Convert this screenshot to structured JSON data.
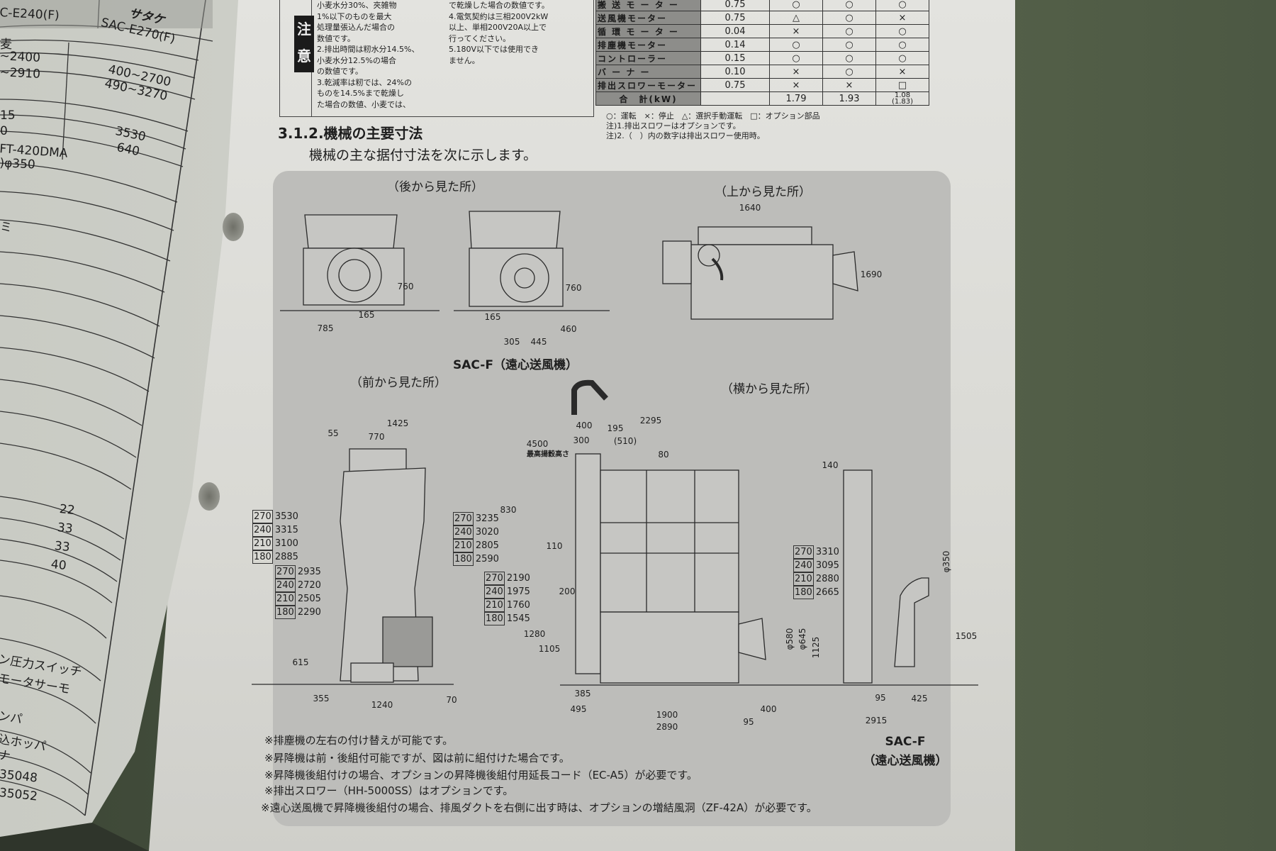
{
  "left_page": {
    "header_col1": "C-E240(F)",
    "header_col2_brand": "サタケ",
    "header_col2": "SAC-E270(F)",
    "rows": [
      "麦",
      "~2400",
      "~2910",
      "400~2700",
      "490~3270",
      "15",
      "0",
      "3530",
      "FT-420DMA",
      "640",
      ")φ350",
      "ミ",
      "22",
      "33",
      "33",
      "40",
      "ン圧力スイッチ",
      "モータサーモ",
      "ンパ",
      "込ホッパ",
      "ナ",
      "35048",
      "35052"
    ]
  },
  "notes": {
    "caution_label": [
      "注",
      "意"
    ],
    "left_column": [
      "小麦水分30%、夾雑物",
      "1%以下のものを最大",
      "処理量張込んだ場合の",
      "数値です。",
      "2.排出時間は籾水分14.5%、",
      "小麦水分12.5%の場合",
      "の数値です。",
      "3.乾減率は籾では、24%の",
      "ものを14.5%まで乾燥し",
      "た場合の数値、小麦では、"
    ],
    "right_column": [
      "で乾燥した場合の数値です。",
      "4.電気契約は三相200V2kW",
      "以上、単相200V20A以上で",
      "行ってください。",
      "5.180V以下では使用でき",
      "ません。"
    ]
  },
  "power_table": {
    "rows": [
      {
        "label": "搬 送 モ ー タ ー",
        "kw": "0.75",
        "c1": "○",
        "c2": "○",
        "c3": "○"
      },
      {
        "label": "送風機モーター",
        "kw": "0.75",
        "c1": "△",
        "c2": "○",
        "c3": "×"
      },
      {
        "label": "循 環 モ ー タ ー",
        "kw": "0.04",
        "c1": "×",
        "c2": "○",
        "c3": "○"
      },
      {
        "label": "排塵機モーター",
        "kw": "0.14",
        "c1": "○",
        "c2": "○",
        "c3": "○"
      },
      {
        "label": "コントローラー",
        "kw": "0.15",
        "c1": "○",
        "c2": "○",
        "c3": "○"
      },
      {
        "label": "バ ー ナ ー",
        "kw": "0.10",
        "c1": "×",
        "c2": "○",
        "c3": "×"
      },
      {
        "label": "排出スロワーモーター",
        "kw": "0.75",
        "c1": "×",
        "c2": "×",
        "c3": "□"
      }
    ],
    "total": {
      "label": "合　計(kW)",
      "c1": "1.79",
      "c2": "1.93",
      "c3": "1.08",
      "c3_alt": "(1.83)"
    },
    "legend": [
      "○：運転　×：停止　△：選択手動運転　□：オプション部品",
      "注)1.排出スロワーはオプションです。",
      "注)2.（　）内の数字は排出スロワー使用時。"
    ]
  },
  "section": {
    "heading": "3.1.2.機械の主要寸法",
    "subtitle": "機械の主な据付寸法を次に示します。"
  },
  "diagram": {
    "view_titles": {
      "rear": "（後から見た所）",
      "top": "（上から見た所）",
      "front": "（前から見た所）",
      "side": "（横から見た所）"
    },
    "sac_label_top": "SAC-F（遠心送風機）",
    "sac_label_bottom": [
      "SAC-F",
      "（遠心送風機）"
    ],
    "max_height_label": "最高揚穀高さ",
    "dims": {
      "rear1_760": "760",
      "rear1_165": "165",
      "rear1_785": "785",
      "rear2_760": "760",
      "rear2_165": "165",
      "rear2_460": "460",
      "rear2_305": "305",
      "rear2_445": "445",
      "top_1640": "1640",
      "top_1690": "1690",
      "front_1425": "1425",
      "front_55": "55",
      "front_770": "770",
      "front_615": "615",
      "front_355": "355",
      "front_1240": "1240",
      "front_70": "70",
      "side_4500": "4500",
      "side_830": "830",
      "side_110": "110",
      "side_200": "200",
      "side_1280": "1280",
      "side_1105": "1105",
      "side_385": "385",
      "side_495": "495",
      "side_400": "400",
      "side_195": "195",
      "side_2295": "2295",
      "side_300": "300",
      "side_510": "(510)",
      "side_80": "80",
      "side_140": "140",
      "side_phi580": "φ580",
      "side_phi645": "φ645",
      "side_1125": "1125",
      "side_phi350": "φ350",
      "side_1505": "1505",
      "side_1900": "1900",
      "side_400b": "400",
      "side_95": "95",
      "side_2890": "2890",
      "sac_95": "95",
      "sac_425": "425",
      "sac_2915": "2915"
    },
    "height_tables": {
      "front_total": [
        [
          "270",
          "3530"
        ],
        [
          "240",
          "3315"
        ],
        [
          "210",
          "3100"
        ],
        [
          "180",
          "2885"
        ]
      ],
      "front_hopper": [
        [
          "270",
          "2935"
        ],
        [
          "240",
          "2720"
        ],
        [
          "210",
          "2505"
        ],
        [
          "180",
          "2290"
        ]
      ],
      "front_body": [
        [
          "270",
          "3235"
        ],
        [
          "240",
          "3020"
        ],
        [
          "210",
          "2805"
        ],
        [
          "180",
          "2590"
        ]
      ],
      "side_inlet": [
        [
          "270",
          "2190"
        ],
        [
          "240",
          "1975"
        ],
        [
          "210",
          "1760"
        ],
        [
          "180",
          "1545"
        ]
      ],
      "side_body": [
        [
          "270",
          "3310"
        ],
        [
          "240",
          "3095"
        ],
        [
          "210",
          "2880"
        ],
        [
          "180",
          "2665"
        ]
      ]
    },
    "footnotes": [
      "※排塵機の左右の付け替えが可能です。",
      "※昇降機は前・後組付可能ですが、図は前に組付けた場合です。",
      "※昇降機後組付けの場合、オプションの昇降機後組付用延長コード（EC-A5）が必要です。",
      "※排出スロワー（HH-5000SS）はオプションです。",
      "※遠心送風機で昇降機後組付の場合、排風ダクトを右側に出す時は、オプションの増結風洞（ZF-42A）が必要です。"
    ]
  }
}
